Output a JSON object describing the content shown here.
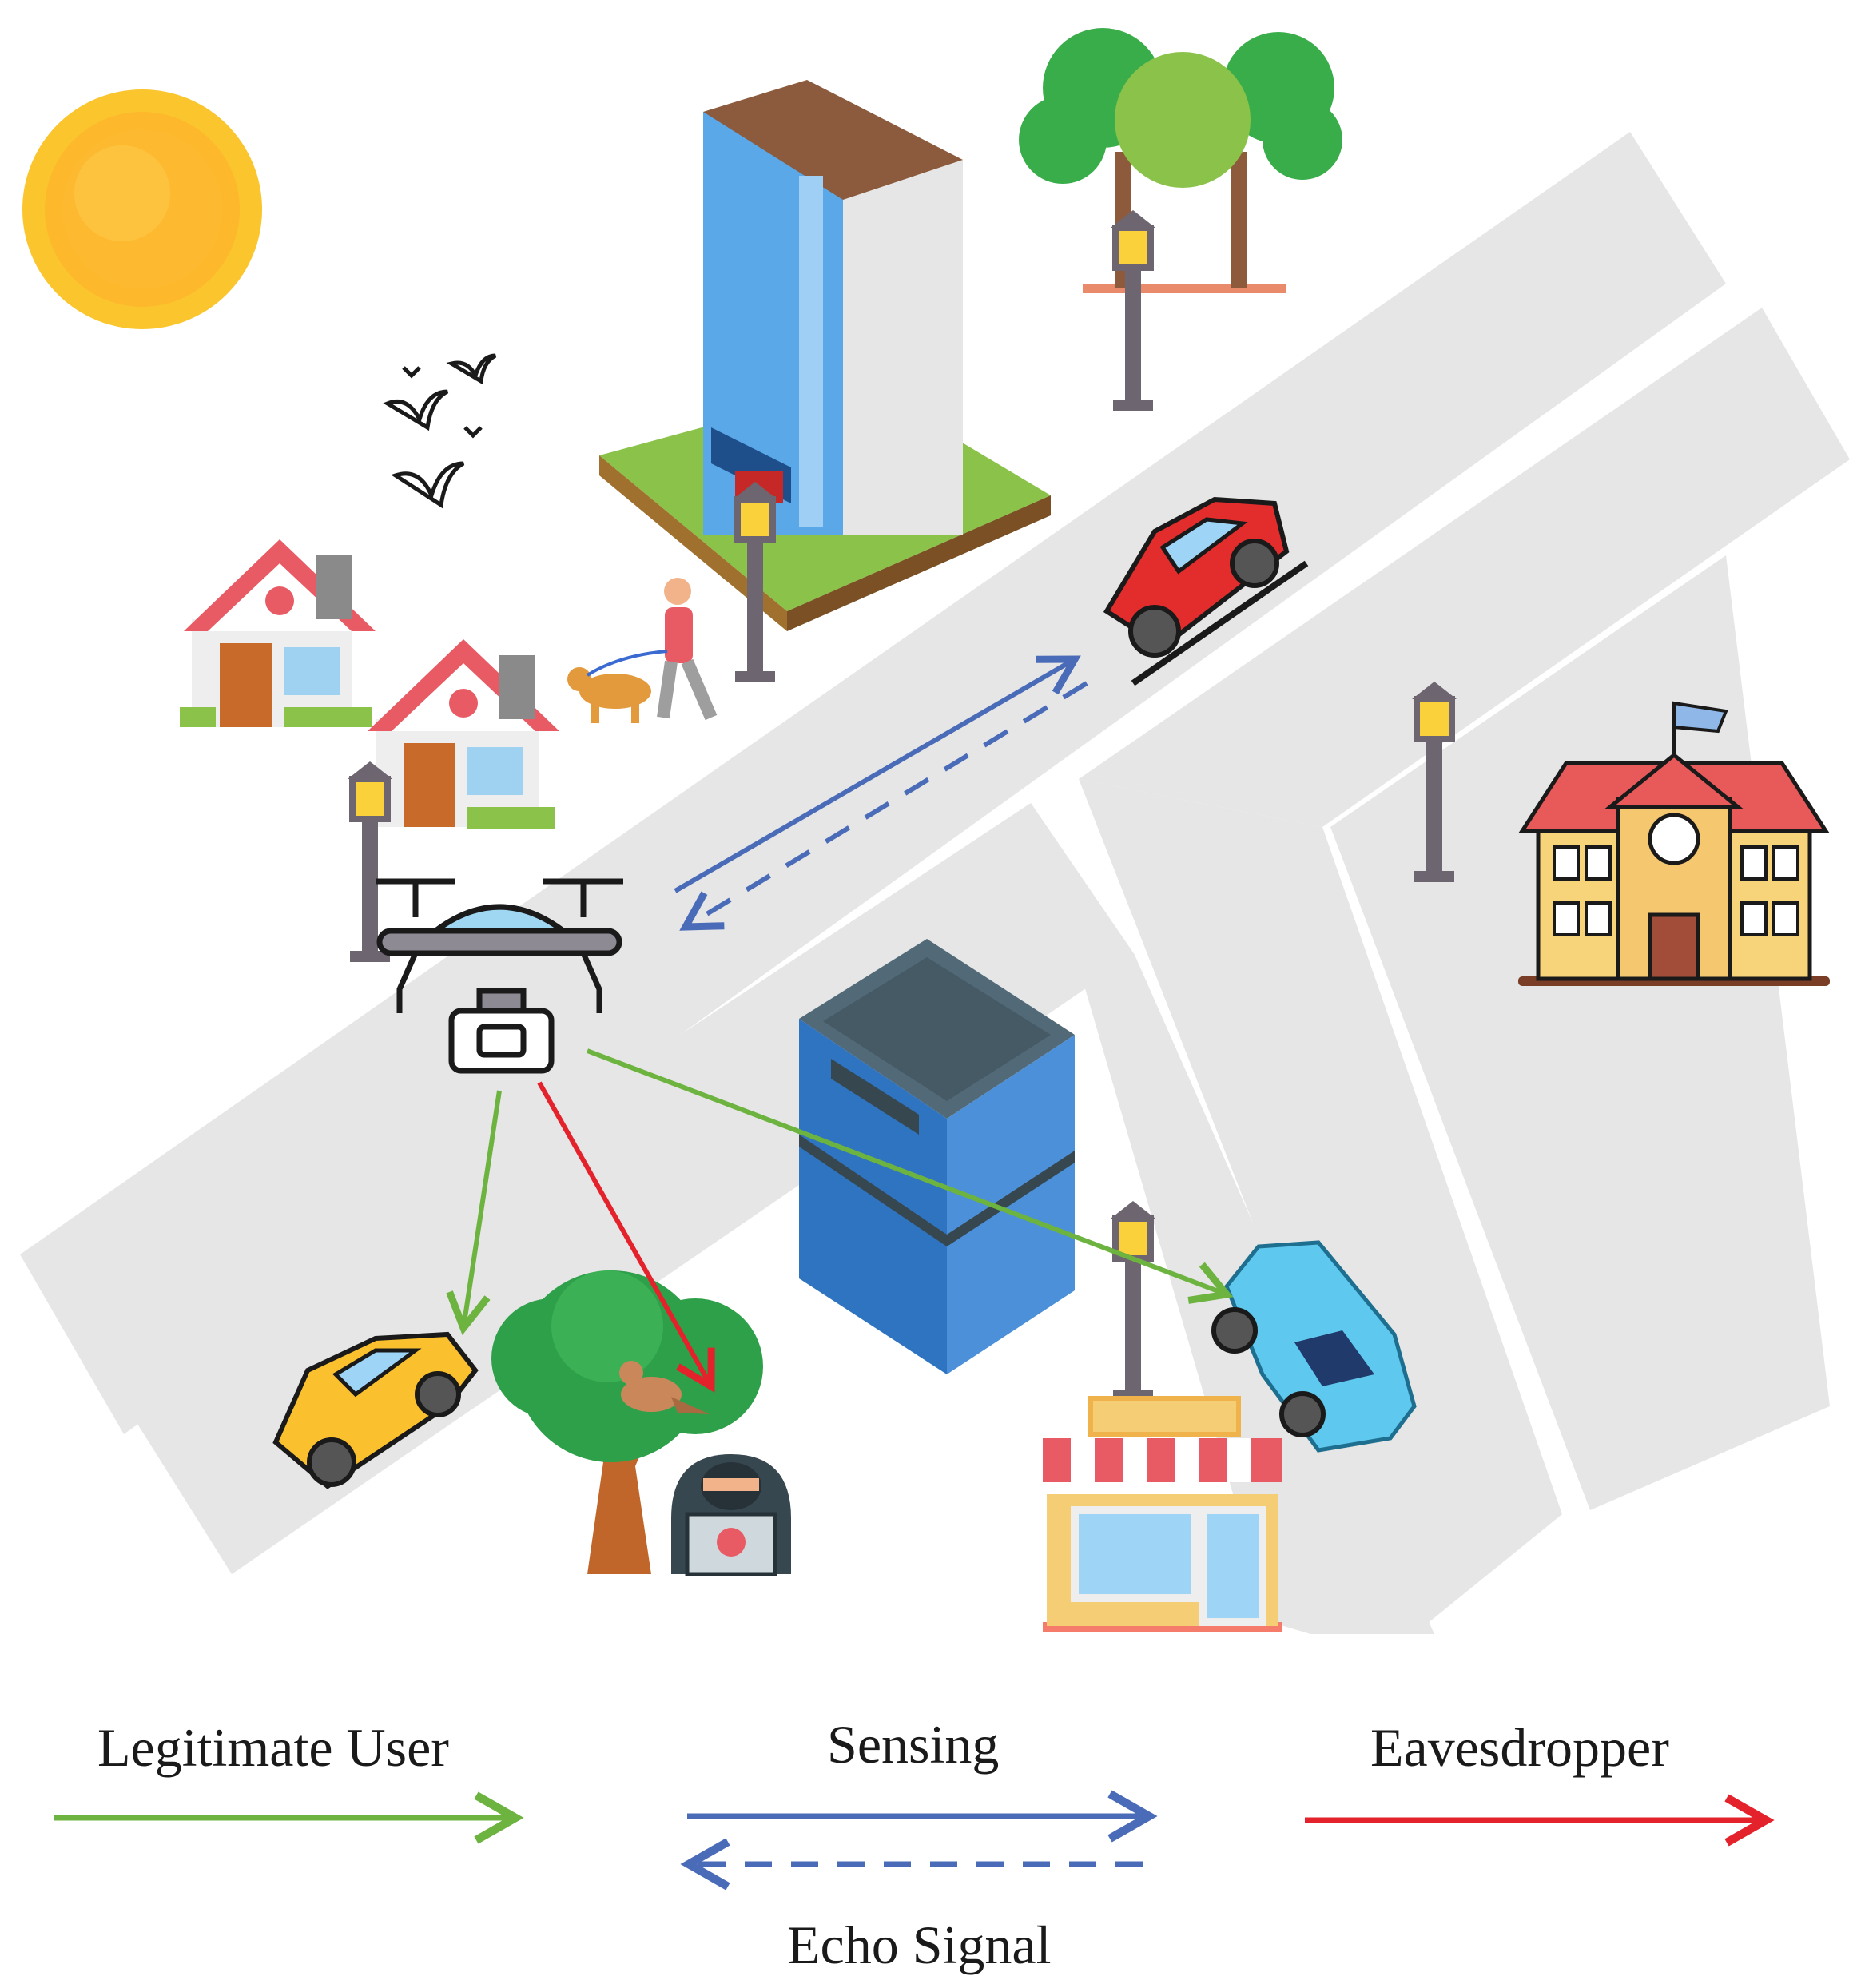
{
  "colors": {
    "road": "#e6e6e6",
    "legitimate": "#6db33f",
    "sensing": "#4a6cb8",
    "eavesdropper": "#e3222b",
    "background": "#ffffff"
  },
  "icons": [
    "sun-icon",
    "birds-icon",
    "office-tower-icon",
    "tree-grove-icon",
    "house-icon",
    "dog-walker-icon",
    "street-lamp-icon",
    "drone-icon",
    "red-car-icon",
    "school-icon",
    "business-center-icon",
    "yellow-car-icon",
    "tree-icon",
    "bird-icon",
    "hacker-icon",
    "shop-icon",
    "blue-car-icon"
  ],
  "diagram": {
    "links": [
      {
        "from": "drone",
        "to": "red-car",
        "kind": "sensing",
        "style": "solid"
      },
      {
        "from": "red-car",
        "to": "drone",
        "kind": "echo",
        "style": "dashed"
      },
      {
        "from": "drone",
        "to": "yellow-car",
        "kind": "legitimate",
        "style": "solid"
      },
      {
        "from": "drone",
        "to": "blue-car",
        "kind": "legitimate",
        "style": "solid"
      },
      {
        "from": "drone",
        "to": "hacker",
        "kind": "eavesdropper",
        "style": "solid"
      }
    ]
  },
  "legend": {
    "legitimate_label": "Legitimate User",
    "sensing_label": "Sensing",
    "eavesdropper_label": "Eavesdropper",
    "echo_label": "Echo Signal"
  }
}
